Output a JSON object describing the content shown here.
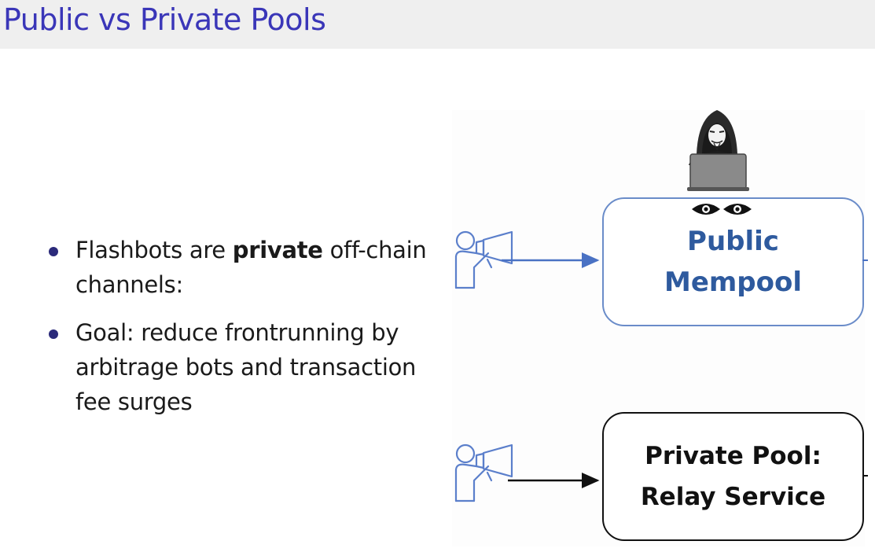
{
  "slide": {
    "title": "Public vs Private Pools"
  },
  "bullets": [
    {
      "pre": "Flashbots are ",
      "bold": "private",
      "post": " off-chain channels:"
    },
    {
      "pre": "Goal:  reduce frontrunning by arbitrage bots and transaction fee surges",
      "bold": "",
      "post": ""
    }
  ],
  "diagram": {
    "public_box": {
      "line1": "Public",
      "line2": "Mempool",
      "color": "#2e5a9e",
      "border_color": "#6a8cc9"
    },
    "private_box": {
      "line1": "Private Pool:",
      "line2": "Relay Service",
      "color": "#111111"
    },
    "icons": {
      "sender_icon": "person-megaphone-icon",
      "attacker_icon": "hooded-hacker-laptop-icon",
      "watch_icon": "eyes-icon"
    },
    "colors": {
      "public_arrow": "#4a72c4",
      "private_arrow": "#111111",
      "accent_title": "#3a36b8"
    }
  }
}
